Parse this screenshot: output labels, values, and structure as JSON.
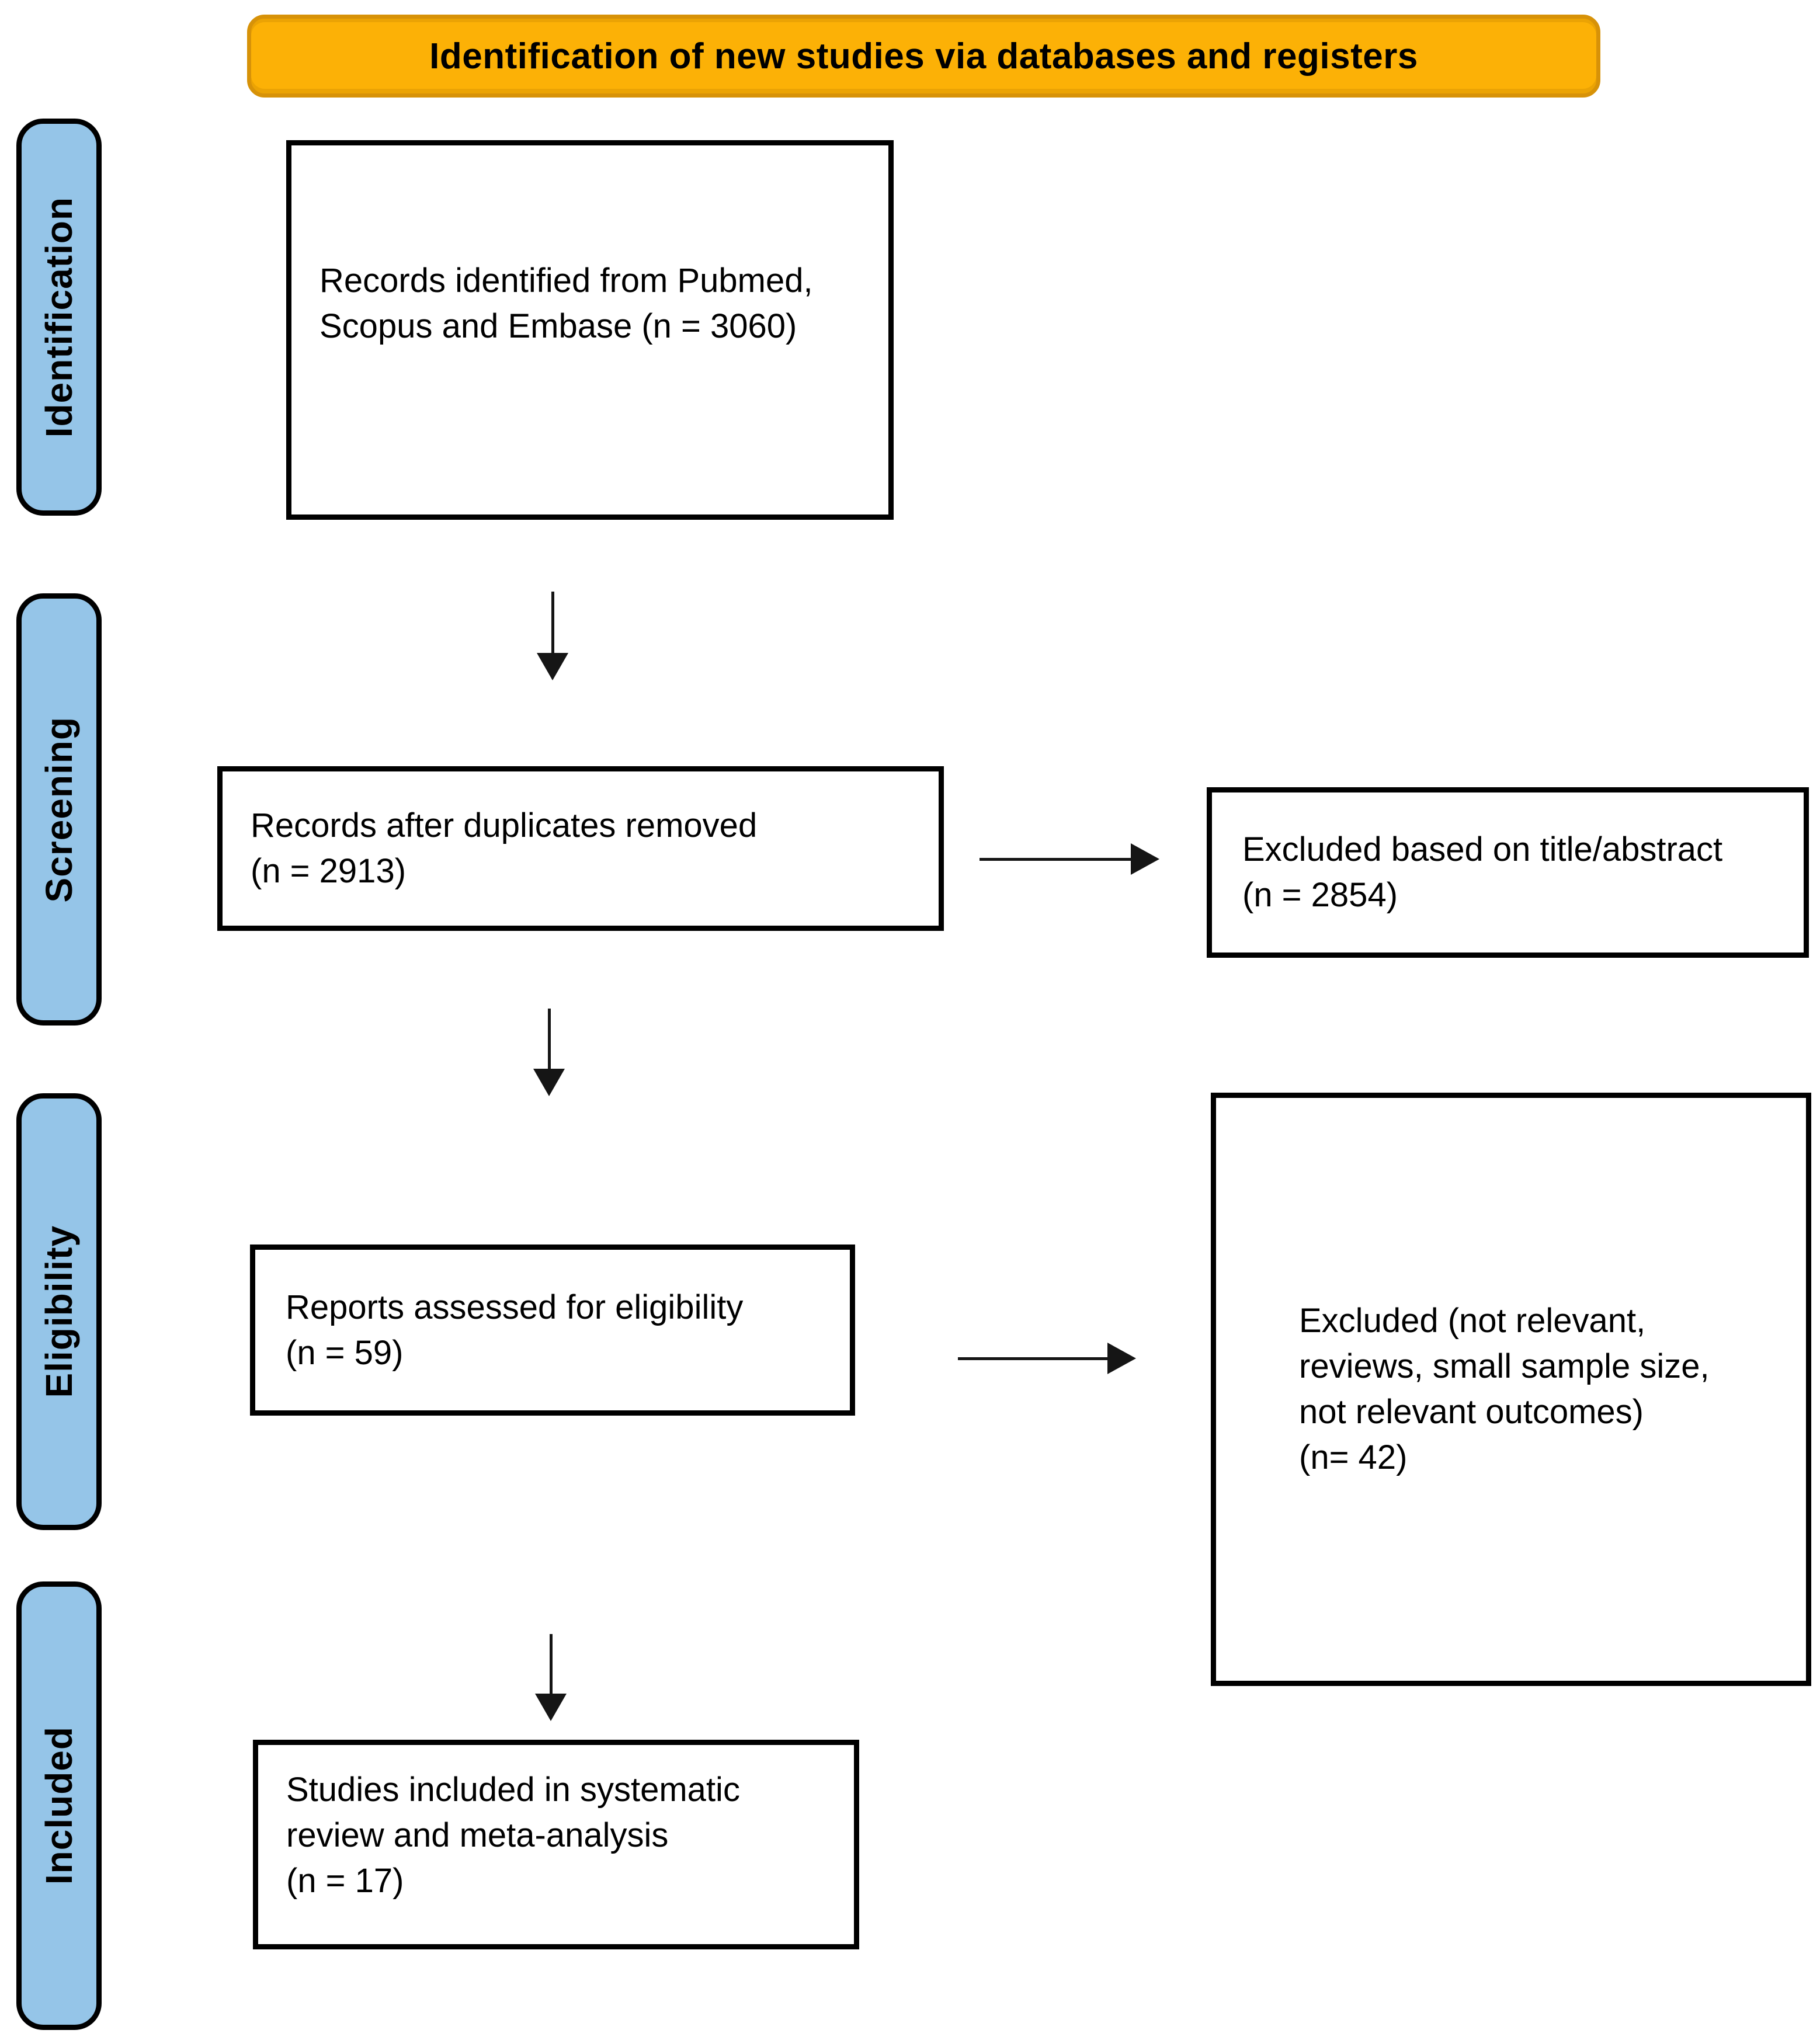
{
  "banner": {
    "label": "Identification of new studies via databases and registers"
  },
  "stages": [
    {
      "id": "identification",
      "label": "Identification"
    },
    {
      "id": "screening",
      "label": "Screening"
    },
    {
      "id": "eligibility",
      "label": "Eligibility"
    },
    {
      "id": "included",
      "label": "Included"
    }
  ],
  "boxes": [
    {
      "id": "records-identified",
      "lines": [
        "Records identified from Pubmed,",
        "Scopus and Embase (n = 3060)"
      ]
    },
    {
      "id": "after-duplicates",
      "lines": [
        "Records after duplicates removed",
        "(n = 2913)"
      ]
    },
    {
      "id": "excluded-title-abstract",
      "lines": [
        "Excluded based on title/abstract",
        "(n = 2854)"
      ]
    },
    {
      "id": "reports-assessed",
      "lines": [
        "Reports assessed for eligibility",
        "(n = 59)"
      ]
    },
    {
      "id": "excluded-full-text",
      "lines": [
        "Excluded (not relevant,",
        "reviews, small sample size,",
        "not relevant outcomes)",
        "(n= 42)"
      ]
    },
    {
      "id": "studies-included",
      "lines": [
        "Studies included in systematic",
        "review and meta-analysis",
        "(n = 17)"
      ]
    }
  ],
  "counts": {
    "identified": 3060,
    "after_duplicates": 2913,
    "excluded_title_abstract": 2854,
    "assessed_eligibility": 59,
    "excluded_full_text": 42,
    "included": 17
  },
  "colors": {
    "banner_bg": "#FCB106",
    "banner_border": "#D79208",
    "stage_bg": "#95C5E8",
    "ink": "#000000",
    "arrow": "#151515",
    "page_bg": "#FFFFFF"
  }
}
